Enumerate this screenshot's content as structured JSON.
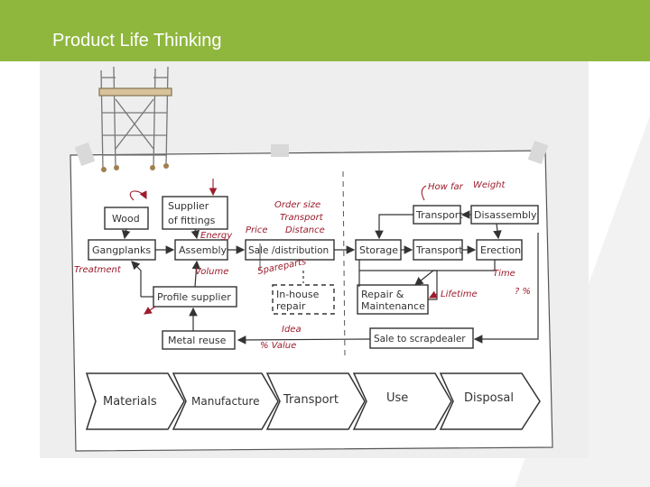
{
  "header": {
    "title": "Product Life Thinking",
    "color": "#8fb73e"
  },
  "colors": {
    "ink": "#333333",
    "note": "#9c1c2c",
    "paper": "#ffffff",
    "tape": "#d9d9d9"
  },
  "boxes": {
    "wood": "Wood",
    "supplier_line1": "Supplier",
    "supplier_line2": "of fittings",
    "gangplanks": "Gangplanks",
    "assembly": "Assembly",
    "profile_supplier": "Profile supplier",
    "metal_reuse": "Metal reuse",
    "sale_distribution": "Sale /distribution",
    "inhouse_line1": "In-house",
    "inhouse_line2": "repair",
    "storage": "Storage",
    "transport_mid": "Transport",
    "transport_top": "Transport",
    "disassembly": "Disassembly",
    "erection": "Erection",
    "repair_line1": "Repair &",
    "repair_line2": "Maintenance",
    "scrapdealer": "Sale to scrapdealer"
  },
  "notes": {
    "energy": "Energy",
    "volume": "Volume",
    "treatment": "Treatment",
    "price": "Price",
    "order_size": "Order size",
    "transport_q": "Transport",
    "distance": "Distance",
    "spareparts": "Spareparts",
    "idea": "Idea",
    "value": "% Value",
    "how_far": "How far",
    "weight": "Weight",
    "lifetime": "Lifetime",
    "time": "Time",
    "pct": "? %"
  },
  "phases": [
    "Materials",
    "Manufacture",
    "Transport",
    "Use",
    "Disposal"
  ]
}
